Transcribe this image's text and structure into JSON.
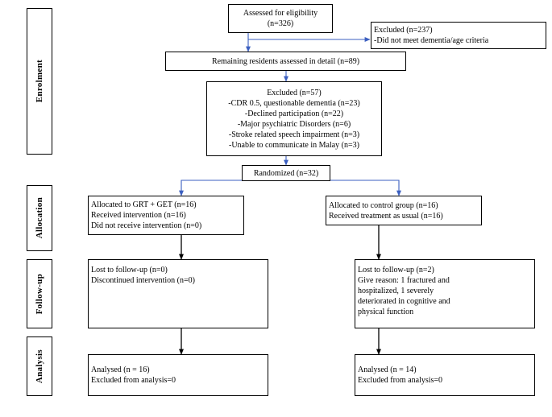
{
  "diagram": {
    "title": "CONSORT participant flow diagram",
    "arrow_color": "#3b5fc0",
    "black": "#000000",
    "stages": [
      {
        "name": "stage-enrolment",
        "label": "Enrolment"
      },
      {
        "name": "stage-allocation",
        "label": "Allocation"
      },
      {
        "name": "stage-followup",
        "label": "Follow-up"
      },
      {
        "name": "stage-analysis",
        "label": "Analysis"
      }
    ],
    "boxes": {
      "assessed": {
        "name": "box-assessed-for-eligibility",
        "lines": [
          "Assessed for eligibility",
          "(n=326)"
        ]
      },
      "excluded_237": {
        "name": "box-excluded-237",
        "lines": [
          "Excluded (n=237)",
          "-Did not meet dementia/age criteria"
        ]
      },
      "remaining": {
        "name": "box-remaining-residents",
        "lines": [
          "Remaining residents assessed in detail (n=89)"
        ]
      },
      "excluded_57": {
        "name": "box-excluded-57",
        "lines": [
          "Excluded (n=57)",
          "-CDR 0.5, questionable dementia (n=23)",
          "-Declined participation (n=22)",
          "-Major psychiatric Disorders (n=6)",
          "-Stroke related speech impairment (n=3)",
          "-Unable to communicate in Malay (n=3)"
        ]
      },
      "randomized": {
        "name": "box-randomized",
        "lines": [
          "Randomized (n=32)"
        ]
      },
      "alloc_intervention": {
        "name": "box-allocated-intervention",
        "lines": [
          "Allocated to GRT + GET (n=16)",
          "Received intervention (n=16)",
          "Did not receive intervention (n=0)"
        ]
      },
      "alloc_control": {
        "name": "box-allocated-control",
        "lines": [
          "Allocated to control group (n=16)",
          "Received treatment as usual (n=16)"
        ]
      },
      "followup_intervention": {
        "name": "box-followup-intervention",
        "lines": [
          "Lost to follow-up (n=0)",
          "Discontinued intervention (n=0)"
        ]
      },
      "followup_control": {
        "name": "box-followup-control",
        "lines": [
          "Lost to follow-up (n=2)",
          "Give reason: 1 fractured and",
          "hospitalized, 1 severely",
          "deteriorated in cognitive and",
          "physical function"
        ]
      },
      "analysis_intervention": {
        "name": "box-analysis-intervention",
        "lines": [
          "Analysed (n = 16)",
          "Excluded from analysis=0"
        ]
      },
      "analysis_control": {
        "name": "box-analysis-control",
        "lines": [
          "Analysed (n = 14)",
          "Excluded from analysis=0"
        ]
      }
    }
  }
}
